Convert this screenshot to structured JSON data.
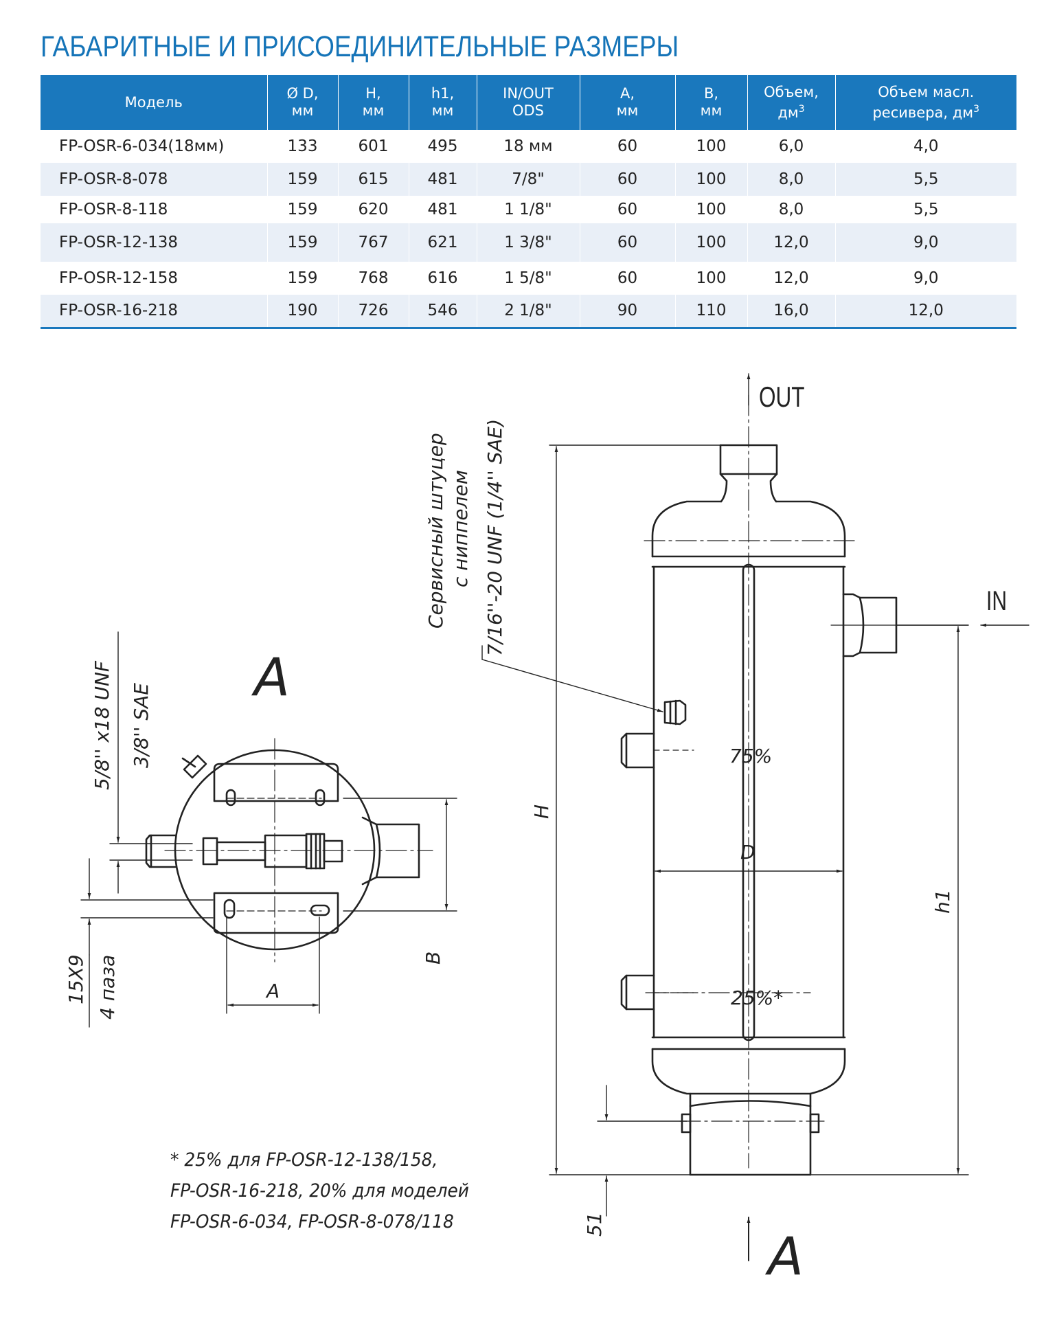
{
  "title": "ГАБАРИТНЫЕ И ПРИСОЕДИНИТЕЛЬНЫЕ РАЗМЕРЫ",
  "table": {
    "headers": {
      "model": "Модель",
      "d_1": "Ø D,",
      "d_2": "мм",
      "h_1": "H,",
      "h_2": "мм",
      "h1_1": "h1,",
      "h1_2": "мм",
      "io_1": "IN/OUT",
      "io_2": "ODS",
      "a_1": "A,",
      "a_2": "мм",
      "b_1": "B,",
      "b_2": "мм",
      "vol_1": "Объем,",
      "vol_2": "дм",
      "vol_sup": "3",
      "oil_1": "Объем масл.",
      "oil_2": "ресивера, дм",
      "oil_sup": "3"
    },
    "rows": [
      [
        "FP-OSR-6-034(18мм)",
        "133",
        "601",
        "495",
        "18 мм",
        "60",
        "100",
        "6,0",
        "4,0"
      ],
      [
        "FP-OSR-8-078",
        "159",
        "615",
        "481",
        "7/8\"",
        "60",
        "100",
        "8,0",
        "5,5"
      ],
      [
        "FP-OSR-8-118",
        "159",
        "620",
        "481",
        "1 1/8\"",
        "60",
        "100",
        "8,0",
        "5,5"
      ],
      [
        "FP-OSR-12-138",
        "159",
        "767",
        "621",
        "1 3/8\"",
        "60",
        "100",
        "12,0",
        "9,0"
      ],
      [
        "FP-OSR-12-158",
        "159",
        "768",
        "616",
        "1 5/8\"",
        "60",
        "100",
        "12,0",
        "9,0"
      ],
      [
        "FP-OSR-16-218",
        "190",
        "726",
        "546",
        "2 1/8\"",
        "90",
        "110",
        "16,0",
        "12,0"
      ]
    ]
  },
  "drawing": {
    "out": "OUT",
    "in": "IN",
    "service_1": "Сервисный штуцер",
    "service_2": "с ниппелем",
    "service_3": "7/16''-20 UNF (1/4'' SAE)",
    "view_a": "A",
    "unf": "5/8'' x18 UNF",
    "sae": "3/8'' SAE",
    "slot_1": "15X9",
    "slot_2": "4 паза",
    "dim_a": "A",
    "dim_b": "B",
    "dim_h": "H",
    "dim_h1": "h1",
    "dim_d": "D",
    "level_75": "75%",
    "level_25": "25%*",
    "dim_51": "51",
    "view_a_bottom": "A"
  },
  "note": {
    "line1": "* 25% для FP-OSR-12-138/158,",
    "line2": "FP-OSR-16-218, 20% для моделей",
    "line3": "FP-OSR-6-034, FP-OSR-8-078/118"
  },
  "colors": {
    "title": "#1574b8",
    "header_bg": "#1a78bd",
    "stripe": "#e9eff7"
  }
}
